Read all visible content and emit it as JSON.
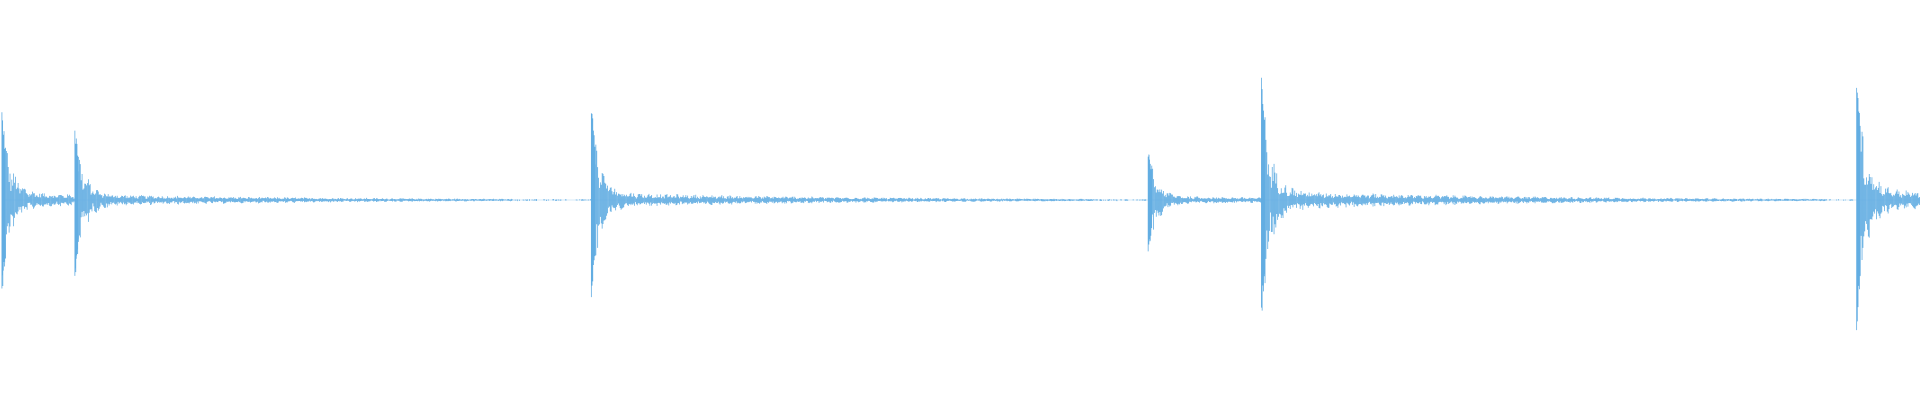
{
  "waveform": {
    "color": "#62ade2",
    "transients": [
      {
        "time": 0.001,
        "peak_up": 0.46,
        "peak_down": 0.47
      },
      {
        "time": 0.039,
        "peak_up": 0.38,
        "peak_down": 0.4
      },
      {
        "time": 0.308,
        "peak_up": 0.49,
        "peak_down": 0.49
      },
      {
        "time": 0.598,
        "peak_up": 0.25,
        "peak_down": 0.27
      },
      {
        "time": 0.657,
        "peak_up": 0.62,
        "peak_down": 0.63
      },
      {
        "time": 0.967,
        "peak_up": 0.66,
        "peak_down": 0.68
      }
    ]
  }
}
